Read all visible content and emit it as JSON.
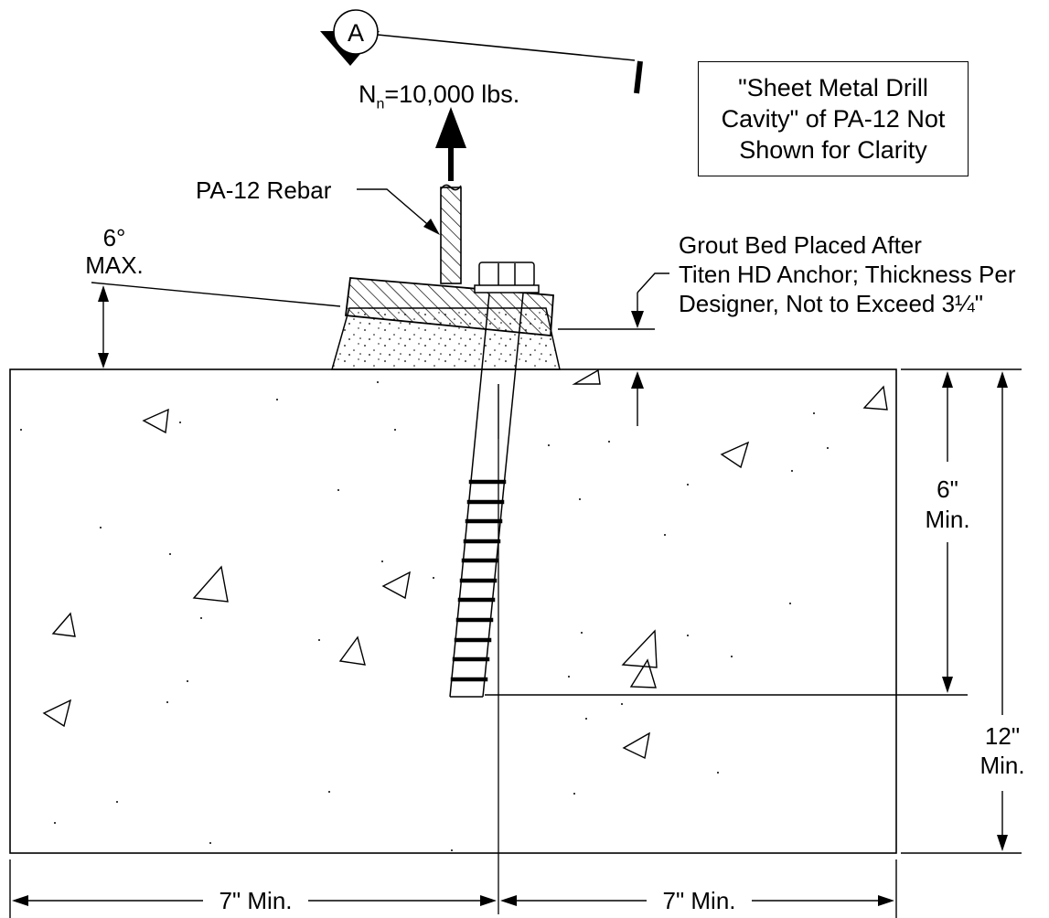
{
  "section_marker": {
    "letter": "A"
  },
  "load": {
    "prefix": "N",
    "subscript": "n",
    "value": "=10,000 lbs."
  },
  "note_box": {
    "lines": [
      "\"Sheet Metal Drill",
      "Cavity\" of PA-12 Not",
      "Shown for Clarity"
    ]
  },
  "labels": {
    "rebar": "PA-12 Rebar",
    "angle_value": "6°",
    "angle_qualifier": "MAX.",
    "grout_lines": [
      "Grout Bed Placed After",
      "Titen HD Anchor; Thickness Per",
      "Designer, Not to Exceed 3¼\""
    ]
  },
  "dimensions": {
    "embed": {
      "value": "6\"",
      "qualifier": "Min."
    },
    "depth": {
      "value": "12\"",
      "qualifier": "Min."
    },
    "edge_left": "7\" Min.",
    "edge_right": "7\" Min."
  }
}
